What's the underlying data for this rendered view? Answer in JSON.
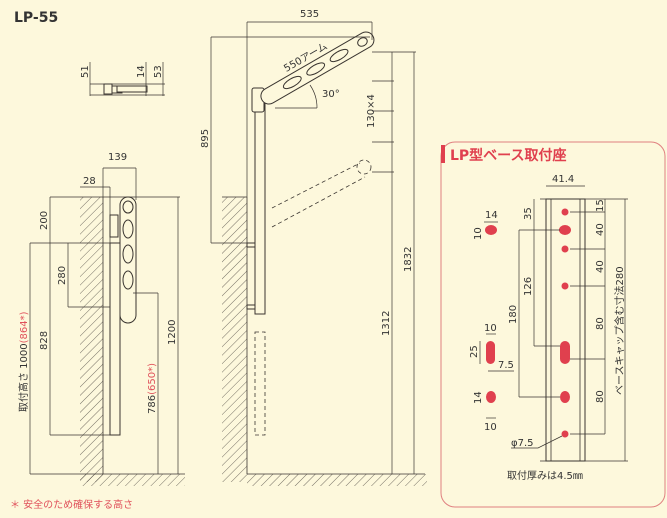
{
  "title": "LP-55",
  "top_detail": {
    "dims": [
      "51",
      "14",
      "53"
    ]
  },
  "side_view": {
    "dims": {
      "w139": "139",
      "w28": "28",
      "h200": "200",
      "h280": "280",
      "h828": "828",
      "h1200": "1200"
    },
    "install_height_label": "取付高さ 1000",
    "install_height_safe": "(864*)",
    "h786": "786",
    "h786_safe": "(650*)"
  },
  "front_view": {
    "dims": {
      "w535": "535",
      "h895": "895",
      "step": "130×4",
      "h1312": "1312",
      "h1832": "1832"
    },
    "arm_label": "550アーム",
    "angle": "30°"
  },
  "base_panel": {
    "title": "LP型ベース取付座",
    "dims": {
      "w41_4": "41.4",
      "d35": "35",
      "d15": "15",
      "d40a": "40",
      "d40b": "40",
      "d80a": "80",
      "d80b": "80",
      "d126": "126",
      "d180": "180",
      "phi": "φ7.5",
      "total": "ベースキャップ含む寸法280"
    },
    "slot_dims": {
      "s1w": "14",
      "s1h": "10",
      "s2w": "10",
      "s2h": "25",
      "s2o": "7.5",
      "s3h": "14",
      "s3w": "10"
    },
    "note": "取付厚みは4.5㎜"
  },
  "footnote": "＊ 安全のため確保する高さ",
  "colors": {
    "accent": "#e0404e",
    "background": "#fdf8dc",
    "line": "#3a3530"
  }
}
